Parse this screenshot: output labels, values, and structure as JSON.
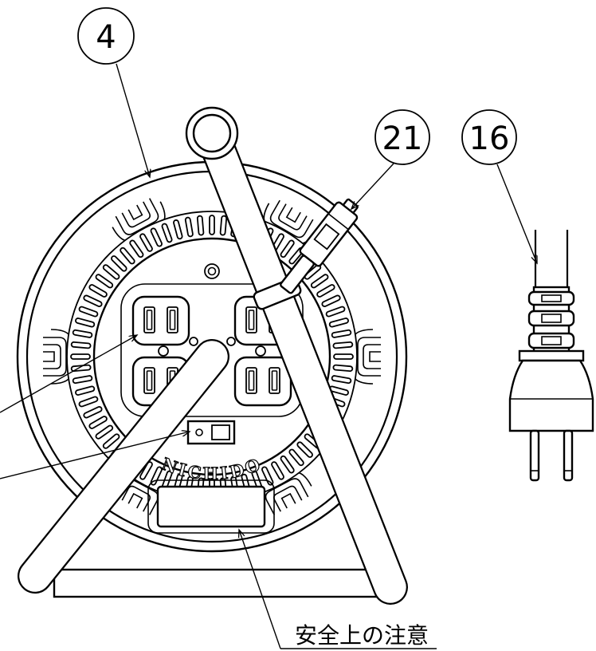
{
  "callouts": {
    "part_4": "4",
    "part_21": "21",
    "part_16": "16"
  },
  "reel": {
    "brand_name": "NICHIDO"
  },
  "notes": {
    "safety_label": "安全上の注意"
  },
  "colors": {
    "line": "#000000",
    "paper": "#ffffff"
  }
}
